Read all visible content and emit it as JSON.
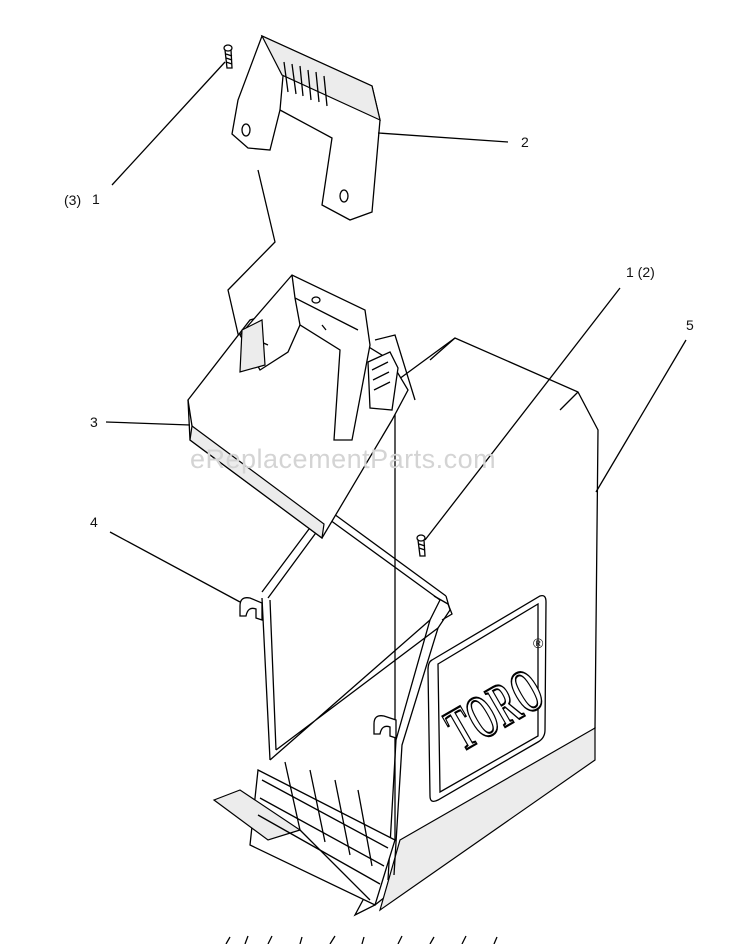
{
  "watermark": "eReplacementParts.com",
  "logo": {
    "text": "TORO",
    "mark": "®"
  },
  "callouts": [
    {
      "id": "callout-screw-top-qty",
      "text": "(3)"
    },
    {
      "id": "callout-screw-top",
      "text": "1"
    },
    {
      "id": "callout-handle",
      "text": "2"
    },
    {
      "id": "callout-screw-right",
      "text": "1 (2)"
    },
    {
      "id": "callout-bag-cover",
      "text": "5"
    },
    {
      "id": "callout-frame-top",
      "text": "3"
    },
    {
      "id": "callout-frame",
      "text": "4"
    }
  ]
}
